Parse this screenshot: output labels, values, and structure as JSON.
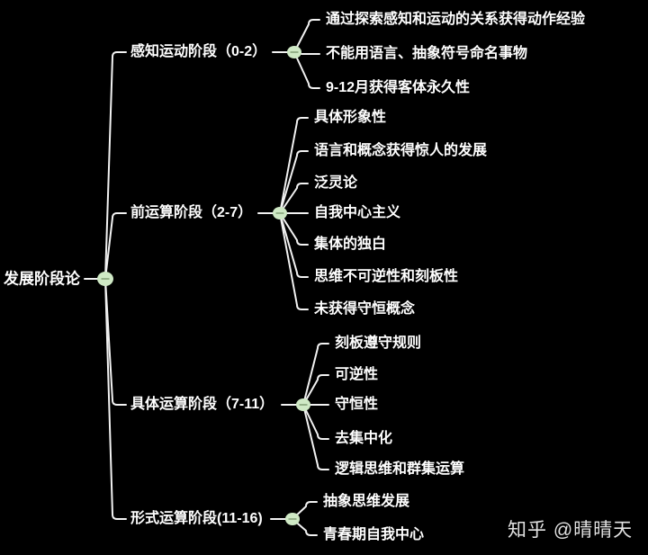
{
  "canvas": {
    "background": "#000000"
  },
  "palette": {
    "line": "#f2f2f2",
    "text": "#ffffff",
    "collapse_fill": "#cfe9c5",
    "collapse_minus": "#86a37a",
    "watermark": "#e2e2e2"
  },
  "icons": {
    "collapse_indicator": "minus-icon"
  },
  "tree": {
    "root": {
      "label": "发展阶段论"
    },
    "branches": [
      {
        "label": "感知运动阶段（0-2）",
        "children": [
          "通过探索感知和运动的关系获得动作经验",
          "不能用语言、抽象符号命名事物",
          "9-12月获得客体永久性"
        ]
      },
      {
        "label": "前运算阶段（2-7）",
        "children": [
          "具体形象性",
          "语言和概念获得惊人的发展",
          "泛灵论",
          "自我中心主义",
          "集体的独白",
          "思维不可逆性和刻板性",
          "未获得守恒概念"
        ]
      },
      {
        "label": "具体运算阶段（7-11）",
        "children": [
          "刻板遵守规则",
          "可逆性",
          "守恒性",
          "去集中化",
          "逻辑思维和群集运算"
        ]
      },
      {
        "label": "形式运算阶段(11-16)",
        "children": [
          "抽象思维发展",
          "青春期自我中心"
        ]
      }
    ]
  },
  "watermark": {
    "text": "知乎 @晴晴天"
  }
}
